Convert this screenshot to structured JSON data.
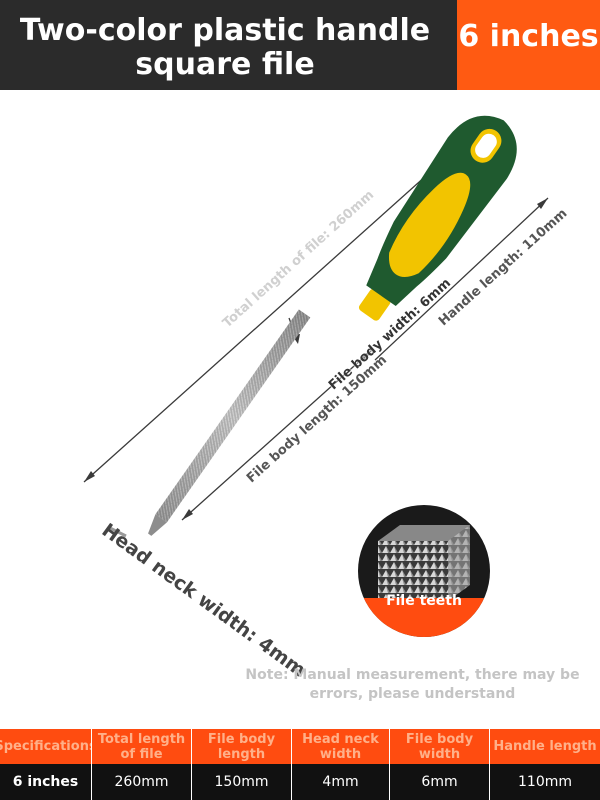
{
  "header": {
    "title": "Two-color plastic handle square file",
    "size": "6 inches"
  },
  "annotations": {
    "total_length": "Total length of file: 260mm",
    "body_width": "File body width: 6mm",
    "handle_length": "Handle length: 110mm",
    "body_length": "File body length: 150mm",
    "neck_width": "Head neck width: 4mm"
  },
  "inset": {
    "label": "File teeth"
  },
  "note": "Note: Manual measurement, there may be errors, please understand",
  "spec_table": {
    "headers": [
      "Specifications",
      "Total length of file",
      "File body length",
      "Head neck width",
      "File body width",
      "Handle length"
    ],
    "row": [
      "6 inches",
      "260mm",
      "150mm",
      "4mm",
      "6mm",
      "110mm"
    ]
  },
  "colors": {
    "header_bg": "#2b2b2b",
    "accent_orange": "#ff5a12",
    "handle_green": "#1f5a2f",
    "handle_yellow": "#f2c400"
  }
}
